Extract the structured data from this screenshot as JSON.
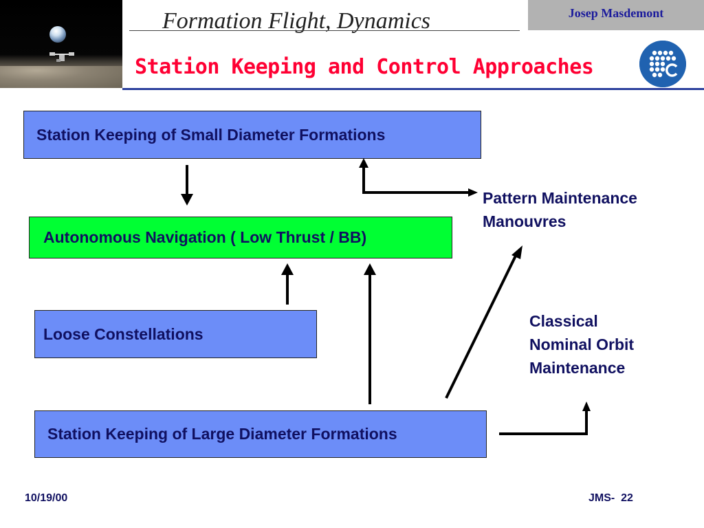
{
  "header": {
    "course_title": "Formation Flight, Dynamics",
    "author": "Josep Masdemont",
    "slide_title": "Station Keeping and Control Approaches",
    "logo_icon": "university-logo-icon"
  },
  "diagram": {
    "boxes": {
      "small_diameter": "Station Keeping of Small Diameter Formations",
      "autonomous_navigation": "Autonomous Navigation ( Low Thrust / BB)",
      "loose_constellations": "Loose Constellations",
      "large_diameter": "Station Keeping of  Large Diameter Formations"
    },
    "labels": {
      "pattern_maintenance": [
        "Pattern Maintenance",
        "Manouvres"
      ],
      "classical": [
        "Classical",
        "Nominal Orbit",
        "Maintenance"
      ]
    },
    "colors": {
      "blue_box": "#6c8df8",
      "green_box": "#00ff33",
      "title_red": "#ff0033",
      "text_navy": "#101060"
    }
  },
  "footer": {
    "date": "10/19/00",
    "page": "JMS-  22"
  }
}
